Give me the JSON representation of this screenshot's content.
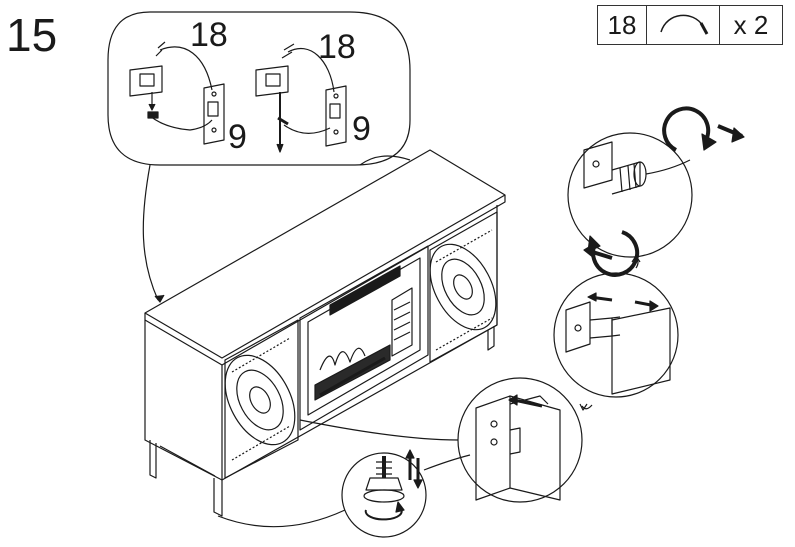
{
  "step": {
    "number": "15"
  },
  "parts": {
    "part_number": "18",
    "icon": "cable-connector-icon",
    "quantity": "x 2"
  },
  "callouts": {
    "connector_a_part": "18",
    "connector_a_bracket": "9",
    "connector_b_part": "18",
    "connector_b_bracket": "9"
  },
  "colors": {
    "line": "#1a1a1a",
    "background": "#ffffff"
  }
}
